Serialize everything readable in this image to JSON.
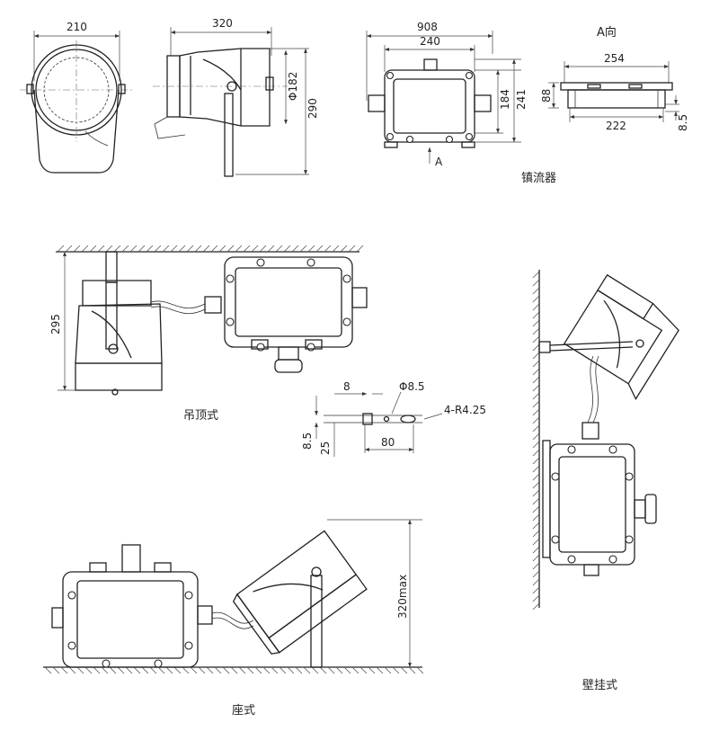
{
  "dimensions": {
    "d210": "210",
    "d320": "320",
    "dphi182": "Φ182",
    "d290": "290",
    "d908": "908",
    "d240": "240",
    "d184": "184",
    "d241": "241",
    "arrowA": "A",
    "viewA": "A向",
    "d254": "254",
    "d88": "88",
    "d222": "222",
    "d8_5_right": "8.5",
    "d295": "295",
    "d8": "8",
    "dphi8_5": "Φ8.5",
    "d4R": "4-R4.25",
    "d8_5_left": "8.5",
    "d25": "25",
    "d80": "80",
    "d320max": "320max"
  },
  "labels": {
    "ballast": "镇流器",
    "ceiling": "吊顶式",
    "wall": "壁挂式",
    "floor": "座式"
  }
}
